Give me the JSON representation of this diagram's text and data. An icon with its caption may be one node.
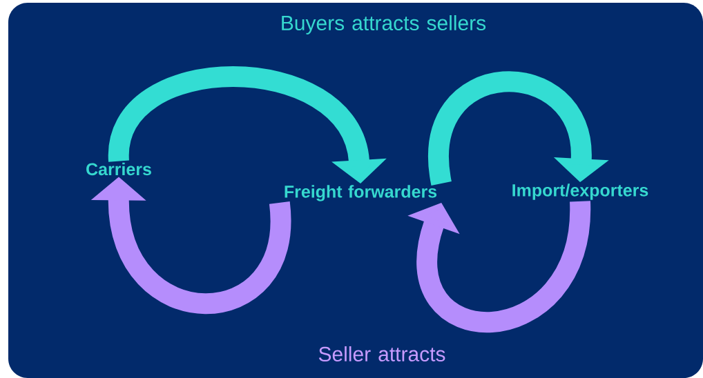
{
  "diagram": {
    "nodes": [
      {
        "text": [
          "Carriers"
        ]
      },
      {
        "text": [
          "Freight forwarders"
        ]
      },
      {
        "text": [
          "Import/exporters"
        ]
      }
    ],
    "edges": [
      {
        "from": 0,
        "to": 1,
        "arrow": "to",
        "color": "#33ddd3"
      },
      {
        "from": 1,
        "to": 2,
        "arrow": "to",
        "color": "#33ddd3"
      },
      {
        "from": 1,
        "to": 0,
        "arrow": "to",
        "color": "#b58dfc"
      },
      {
        "from": 2,
        "to": 1,
        "arrow": "to",
        "color": "#b58dfc"
      }
    ],
    "labels": [
      "Buyers attracts sellers",
      "Seller attracts"
    ]
  }
}
